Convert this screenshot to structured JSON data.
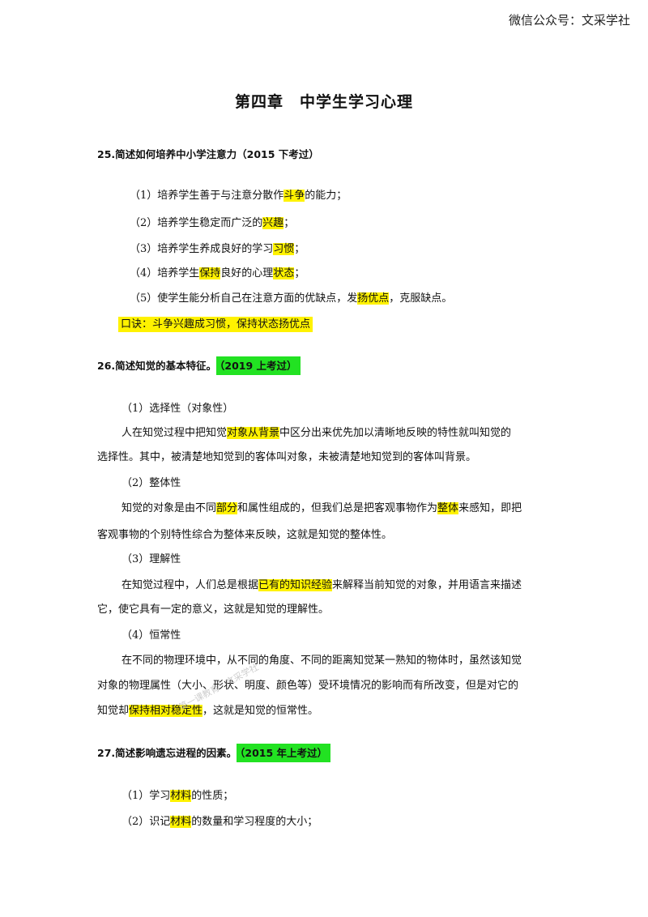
{
  "header": {
    "text": "微信公众号：文采学社"
  },
  "title": "第四章　中学生学习心理",
  "q25": {
    "heading": "25.简述如何培养中小学注意力（2015 下考过）",
    "items": [
      {
        "a": "（1）培养学生善于与注意分散作",
        "h1": "斗争",
        "b": "的能力；"
      },
      {
        "a": "（2）培养学生稳定而广泛的",
        "h1": "兴趣",
        "b": "；"
      },
      {
        "a": "（3）培养学生养成良好的学习",
        "h1": "习惯",
        "b": "；"
      },
      {
        "a": "（4）培养学生",
        "h1": "保持",
        "b": "良好的心理",
        "h2": "状态",
        "c": "；"
      },
      {
        "a": "（5）使学生能分析自己在注意方面的优缺点，发",
        "h1": "扬优点",
        "b": "，克服缺点。"
      }
    ],
    "mnemonic": "口诀：斗争兴趣成习惯，保持状态扬优点"
  },
  "q26": {
    "heading": "26.简述知觉的基本特征。",
    "tag": "（2019 上考过）",
    "f1_title": "（1）选择性（对象性）",
    "f1_l1_a": "人在知觉过程中把知觉",
    "f1_l1_h": "对象从背景",
    "f1_l1_b": "中区分出来优先加以清晰地反映的特性就叫知觉的",
    "f1_l2": "选择性。其中，被清楚地知觉到的客体叫对象，未被清楚地知觉到的客体叫背景。",
    "f2_title": "（2）整体性",
    "f2_l1_a": "知觉的对象是由不同",
    "f2_l1_h1": "部分",
    "f2_l1_b": "和属性组成的，但我们总是把客观事物作为",
    "f2_l1_h2": "整体",
    "f2_l1_c": "来感知，即把",
    "f2_l2": "客观事物的个别特性综合为整体来反映，这就是知觉的整体性。",
    "f3_title": "（3）理解性",
    "f3_l1_a": "在知觉过程中，人们总是根据",
    "f3_l1_h": "已有的知识经验",
    "f3_l1_b": "来解释当前知觉的对象，并用语言来描述",
    "f3_l2": "它，使它具有一定的意义，这就是知觉的理解性。",
    "f4_title": "（4）恒常性",
    "f4_l1": "在不同的物理环境中，从不同的角度、不同的距离知觉某一熟知的物体时，虽然该知觉",
    "f4_l2": "对象的物理属性（大小、形状、明度、颜色等）受环境情况的影响而有所改变，但是对它的",
    "f4_l3_a": "知觉却",
    "f4_l3_h": "保持相对稳定性",
    "f4_l3_b": "，这就是知觉的恒常性。"
  },
  "q27": {
    "heading": "27.简述影响遗忘进程的因素。",
    "tag": "（2015 年上考过）",
    "i1_a": "（1）学习",
    "i1_h": "材料",
    "i1_b": "的性质；",
    "i2_a": "（2）识记",
    "i2_h": "材料",
    "i2_b": "的数量和学习程度的大小；"
  },
  "watermark": "第一课教育 · 文采学社"
}
